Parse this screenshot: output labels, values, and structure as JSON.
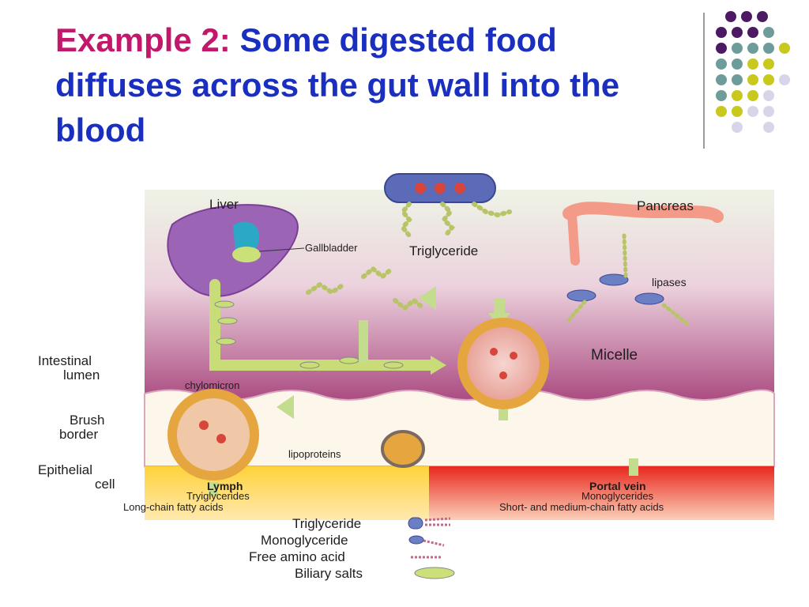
{
  "slide": {
    "title_prefix": "Example 2:",
    "title_main": " Some digested food diffuses across the gut wall into the blood"
  },
  "decoration": {
    "dot_colors": {
      "purple": "#4b1a63",
      "teal": "#6e9c9a",
      "olive": "#c8c81e",
      "lavender": "#d6d6e8"
    }
  },
  "diagram": {
    "labels": {
      "liver": "Liver",
      "gallbladder": "Gallbladder",
      "triglyceride_top": "Triglyceride",
      "pancreas": "Pancreas",
      "lipases": "lipases",
      "micelle": "Micelle",
      "intestinal_lumen": [
        "Intestinal",
        "lumen"
      ],
      "chylomicron": "chylomicron",
      "brush_border": [
        "Brush",
        "border"
      ],
      "epithelial_cell": [
        "Epithelial",
        "cell"
      ],
      "lipoproteins": "lipoproteins"
    },
    "lymph": {
      "title": "Lymph",
      "line1": "Tryiglycerides",
      "line2": "Long-chain fatty acids"
    },
    "portal": {
      "title": "Portal vein",
      "line1": "Monoglycerides",
      "line2": "Short- and medium-chain fatty acids"
    },
    "legend": [
      {
        "label": "Triglyceride",
        "icon": "triglyceride-icon"
      },
      {
        "label": "Monoglyceride",
        "icon": "monoglyceride-icon"
      },
      {
        "label": "Free amino acid",
        "icon": "amino-acid-icon"
      },
      {
        "label": "Biliary salts",
        "icon": "biliary-salt-icon"
      }
    ]
  }
}
